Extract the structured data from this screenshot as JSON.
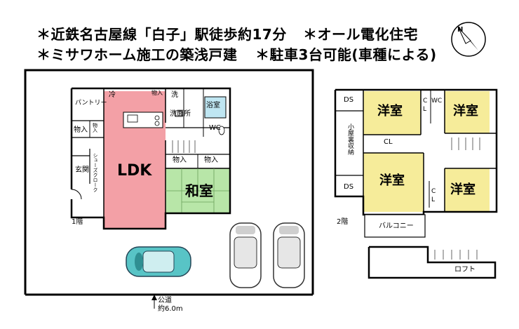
{
  "headline": {
    "line1_left": "＊近鉄名古屋線「白子」駅徒歩約17分",
    "line1_right": "＊オール電化住宅",
    "line2_left": "＊ミサワホーム施工の築浅戸建",
    "line2_right": "＊駐車3台可能(車種による)"
  },
  "compass": {
    "label": "N"
  },
  "floor1": {
    "floor_label": "1階",
    "rooms": {
      "ldk": "LDK",
      "washitsu": "和室",
      "pantry": "パントリー",
      "rei": "冷",
      "monoire": "物入",
      "sen": "洗",
      "senmenjo": "洗面所",
      "yokushitsu": "浴室",
      "wc": "WC",
      "genkan": "玄関",
      "shoes": "シューズクローク"
    },
    "road_label": "公道",
    "road_width": "約6.0m"
  },
  "floor2": {
    "floor_label": "2階",
    "rooms": {
      "yoshitsu": "洋室",
      "ds": "DS",
      "cl": "CL",
      "c": "C",
      "l": "L",
      "wc": "WC",
      "attic_storage": "小屋裏収納",
      "balcony": "バルコニー"
    }
  },
  "loft": {
    "label": "ロフト"
  },
  "colors": {
    "ldk": "#f3a0a6",
    "washitsu": "#b8e6a8",
    "yoshitsu": "#f6ec9a",
    "bath": "#bfe6f2",
    "car": "#58c4c6",
    "headline_text": "#000000"
  }
}
